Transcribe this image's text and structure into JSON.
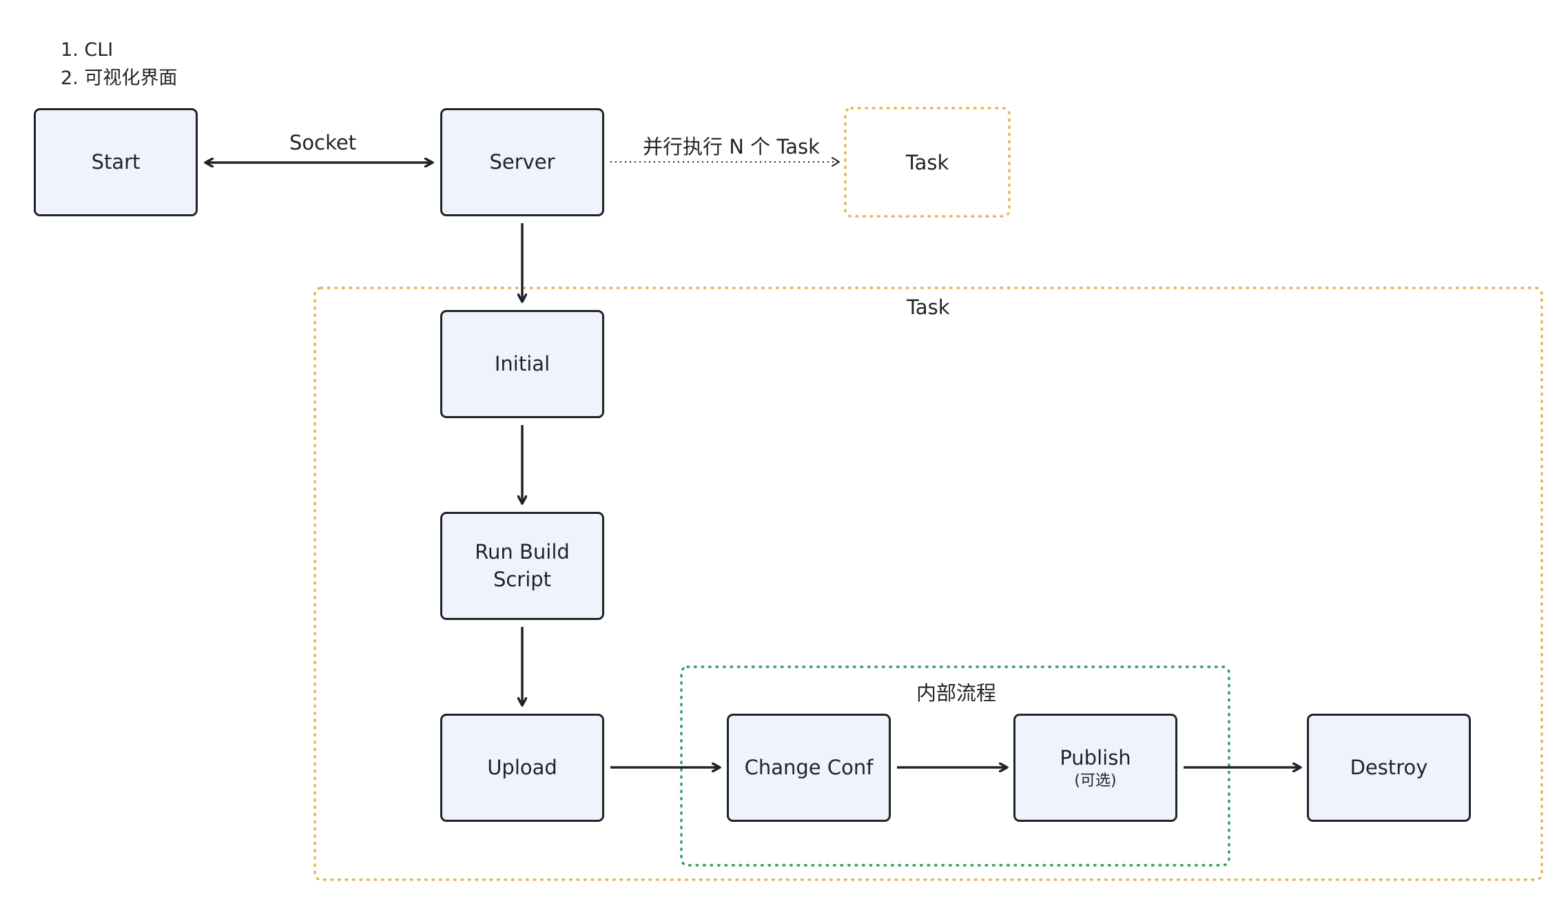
{
  "notes": [
    "1. CLI",
    "2. 可视化界面"
  ],
  "nodes": {
    "start": "Start",
    "server": "Server",
    "task_parallel": "Task",
    "initial": "Initial",
    "run_build_line1": "Run Build",
    "run_build_line2": "Script",
    "upload": "Upload",
    "change_conf": "Change Conf",
    "publish": "Publish",
    "publish_sub": "(可选)",
    "destroy": "Destroy"
  },
  "edges": {
    "socket": "Socket",
    "parallel": "并行执行 N 个 Task"
  },
  "groups": {
    "task": "Task",
    "internal": "内部流程"
  },
  "colors": {
    "node_fill": "#eef3fc",
    "node_border": "#1f2329",
    "task_group_border": "#e5b54a",
    "internal_group_border": "#2e9e5b"
  }
}
